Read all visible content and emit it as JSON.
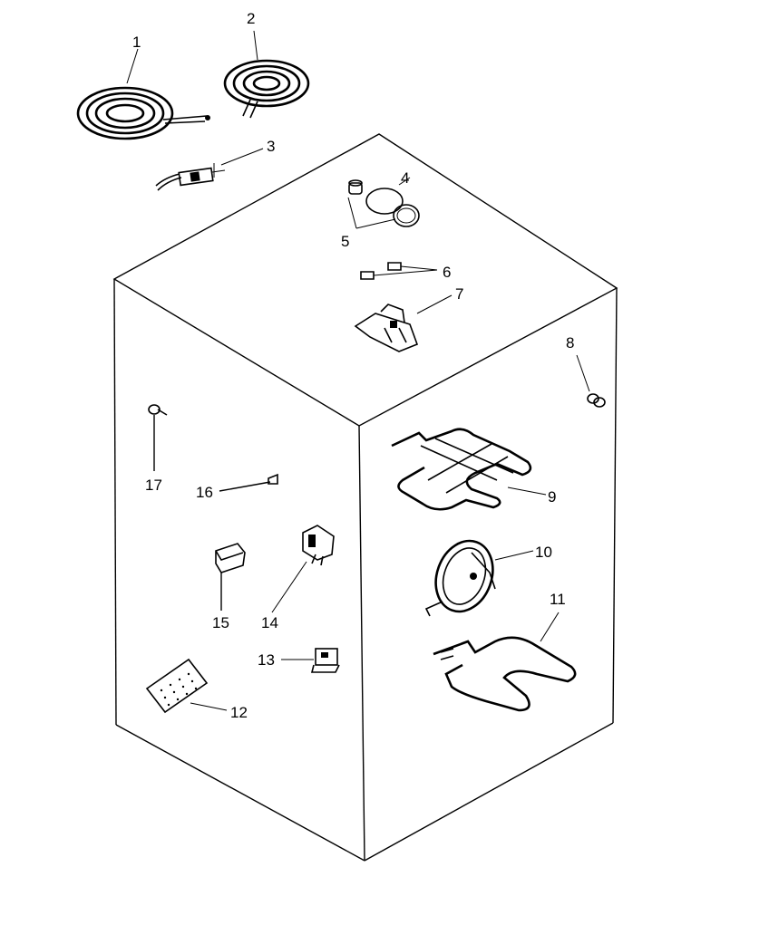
{
  "diagram": {
    "callouts": [
      {
        "id": "1",
        "label": "1"
      },
      {
        "id": "2",
        "label": "2"
      },
      {
        "id": "3",
        "label": "3"
      },
      {
        "id": "4",
        "label": "4"
      },
      {
        "id": "5",
        "label": "5"
      },
      {
        "id": "6",
        "label": "6"
      },
      {
        "id": "7",
        "label": "7"
      },
      {
        "id": "8",
        "label": "8"
      },
      {
        "id": "9",
        "label": "9"
      },
      {
        "id": "10",
        "label": "10"
      },
      {
        "id": "11",
        "label": "11"
      },
      {
        "id": "12",
        "label": "12"
      },
      {
        "id": "13",
        "label": "13"
      },
      {
        "id": "14",
        "label": "14"
      },
      {
        "id": "15",
        "label": "15"
      },
      {
        "id": "16",
        "label": "16"
      },
      {
        "id": "17",
        "label": "17"
      }
    ]
  }
}
